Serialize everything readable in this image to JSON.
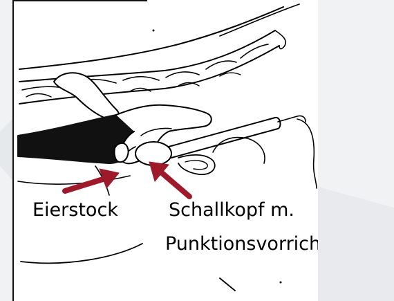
{
  "labels": {
    "ovary": "Eierstock",
    "probe_line1": "Schallkopf m.",
    "probe_line2": "Punktionsvorrichtung"
  },
  "colors": {
    "arrow": "#9e1a2a",
    "background": "#f1f2f4",
    "panel": "#ffffff",
    "ink": "#000000"
  }
}
